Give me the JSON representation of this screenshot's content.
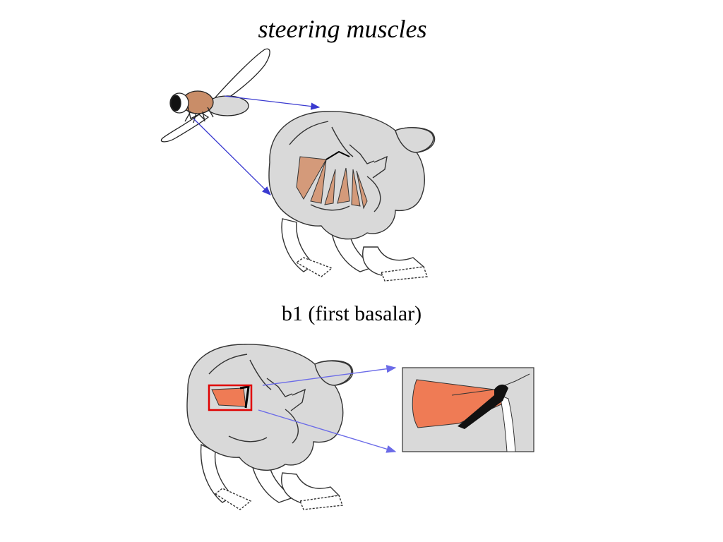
{
  "slide": {
    "title": "steering muscles",
    "subtitle": "b1 (first basalar)"
  },
  "colors": {
    "thorax_fill": "#d9d9d9",
    "outline": "#333333",
    "muscle_fill": "#d49a7a",
    "highlight_muscle": "#ef7b55",
    "arrow_dark": "#3a3ad0",
    "arrow_light": "#6b6be8",
    "highlight_box": "#e00000"
  },
  "icons": [
    "fly-icon",
    "thorax-illustration",
    "muscle-closeup"
  ]
}
